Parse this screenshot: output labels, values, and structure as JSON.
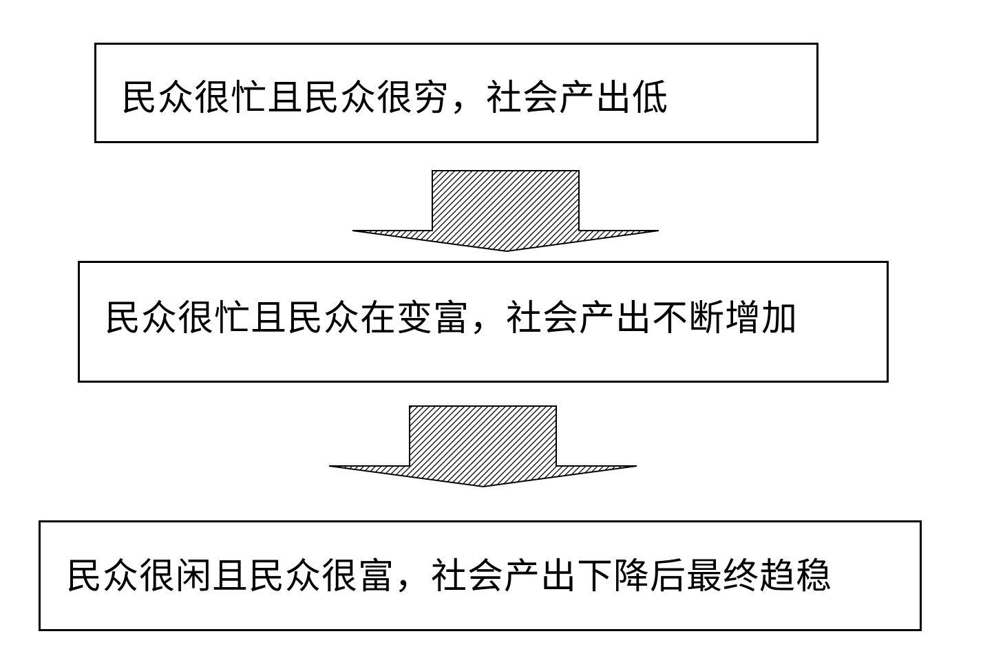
{
  "diagram": {
    "steps": [
      {
        "text": "民众很忙且民众很穷，社会产出低"
      },
      {
        "text": "民众很忙且民众在变富，社会产出不断增加"
      },
      {
        "text": "民众很闲且民众很富，社会产出下降后最终趋稳"
      }
    ],
    "colors": {
      "stroke": "#000000",
      "background": "#ffffff",
      "arrow_hatch": "#000000"
    },
    "icons": [
      "down-arrow-icon",
      "down-arrow-icon"
    ]
  }
}
